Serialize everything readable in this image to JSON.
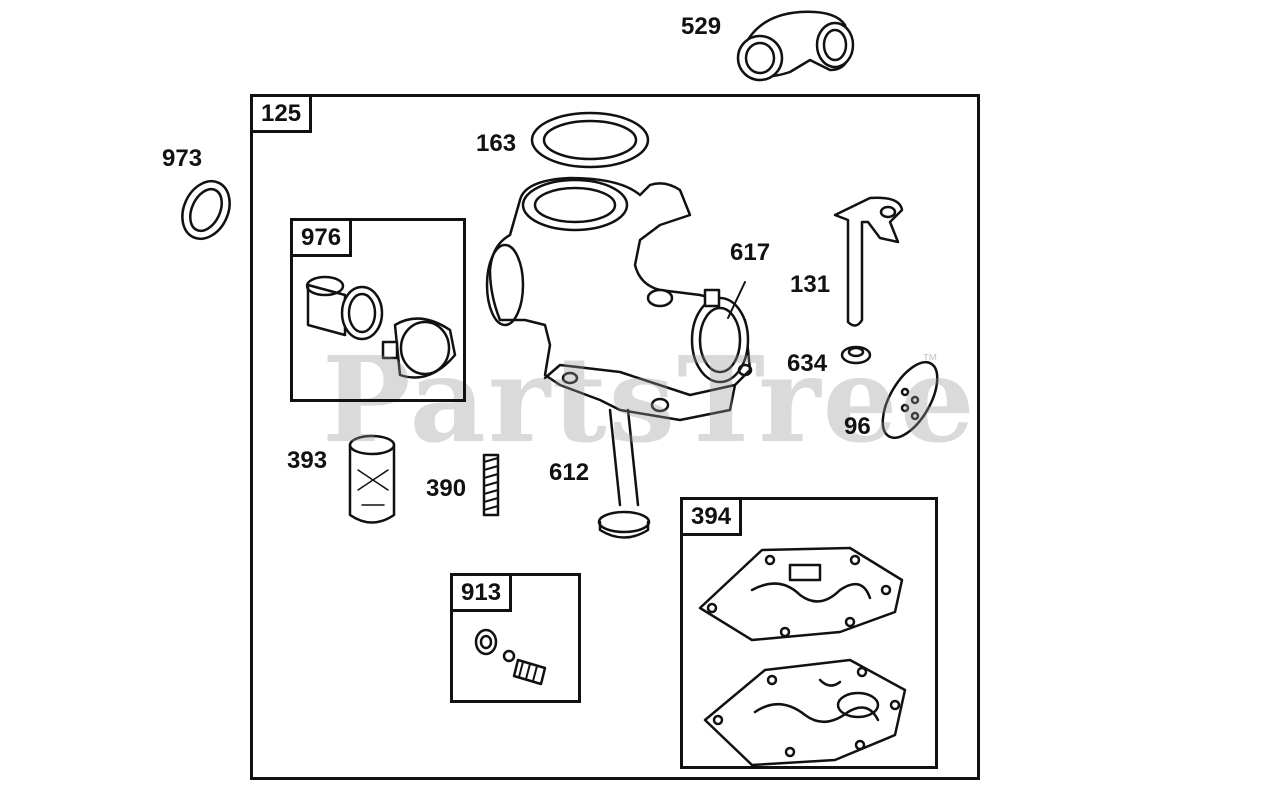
{
  "parts": {
    "p529": "529",
    "p125": "125",
    "p973": "973",
    "p163": "163",
    "p976": "976",
    "p617": "617",
    "p131": "131",
    "p634": "634",
    "p96": "96",
    "p393": "393",
    "p390": "390",
    "p612": "612",
    "p394": "394",
    "p913": "913"
  },
  "watermark": {
    "text": "PartsTree",
    "trademark": "™"
  },
  "colors": {
    "line": "#111111",
    "watermark": "#969696"
  }
}
